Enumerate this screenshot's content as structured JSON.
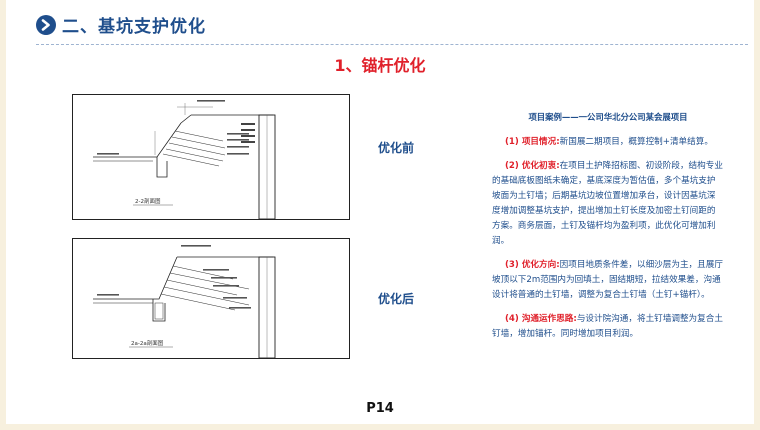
{
  "header": {
    "section_title": "二、基坑支护优化"
  },
  "main_title": "1、锚杆优化",
  "labels": {
    "before": "优化前",
    "after": "优化后"
  },
  "drawings": {
    "before_caption": "2-2剖面图",
    "after_caption": "2a-2a剖面图"
  },
  "info": {
    "heading": "项目案例——一公司华北分公司某会展项目",
    "items": [
      {
        "label": "(1) 项目情况:",
        "text": "新国展二期项目，概算控制+清单结算。"
      },
      {
        "label": "(2) 优化初衷:",
        "text": "在项目土护降招标图、初设阶段，结构专业的基础底板图纸未确定，基底深度为暂估值，多个基坑支护坡面为土钉墙；后期基坑边坡位置增加承台，设计因基坑深度增加调整基坑支护，提出增加土钉长度及加密土钉间距的方案。商务层面，土钉及锚杆均为盈利项，此优化可增加利润。"
      },
      {
        "label": "(3) 优化方向:",
        "text": "因项目地质条件差，以细沙层为主，且展厅坡顶以下2m范围内为回填土，固结期短，拉结效果差，沟通设计将普通的土钉墙，调整为复合土钉墙（土钉+锚杆）。"
      },
      {
        "label": "(4) 沟通运作思路:",
        "text": "与设计院沟通，将土钉墙调整为复合土钉墙，增加锚杆。同时增加项目利润。"
      }
    ]
  },
  "page_number": "P14",
  "colors": {
    "brand_blue": "#1f4e8c",
    "accent_red": "#e0202a",
    "outer_bg": "#f7f0de"
  }
}
